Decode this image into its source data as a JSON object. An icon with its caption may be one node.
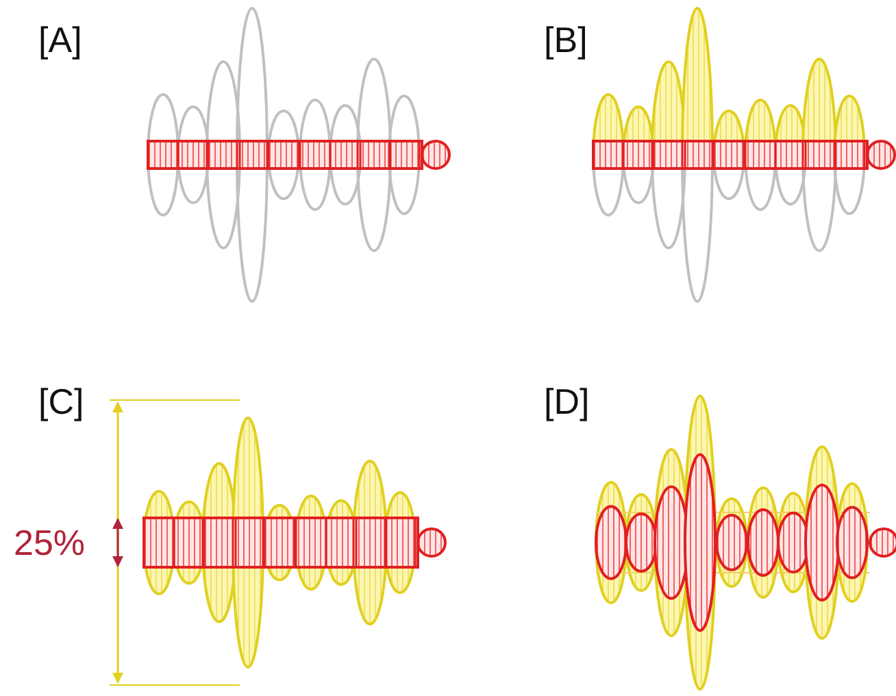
{
  "diagram": {
    "labels": [
      "[A]",
      "[B]",
      "[C]",
      "[D]",
      "25%"
    ]
  }
}
